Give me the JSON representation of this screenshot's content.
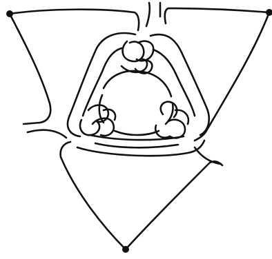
{
  "diagram": {
    "type": "knot-diagram",
    "vertices": [
      "top-left",
      "top-right",
      "bottom"
    ],
    "colors": {
      "stroke": "#111111",
      "vertex": "#111111",
      "background": "#ffffff"
    }
  }
}
